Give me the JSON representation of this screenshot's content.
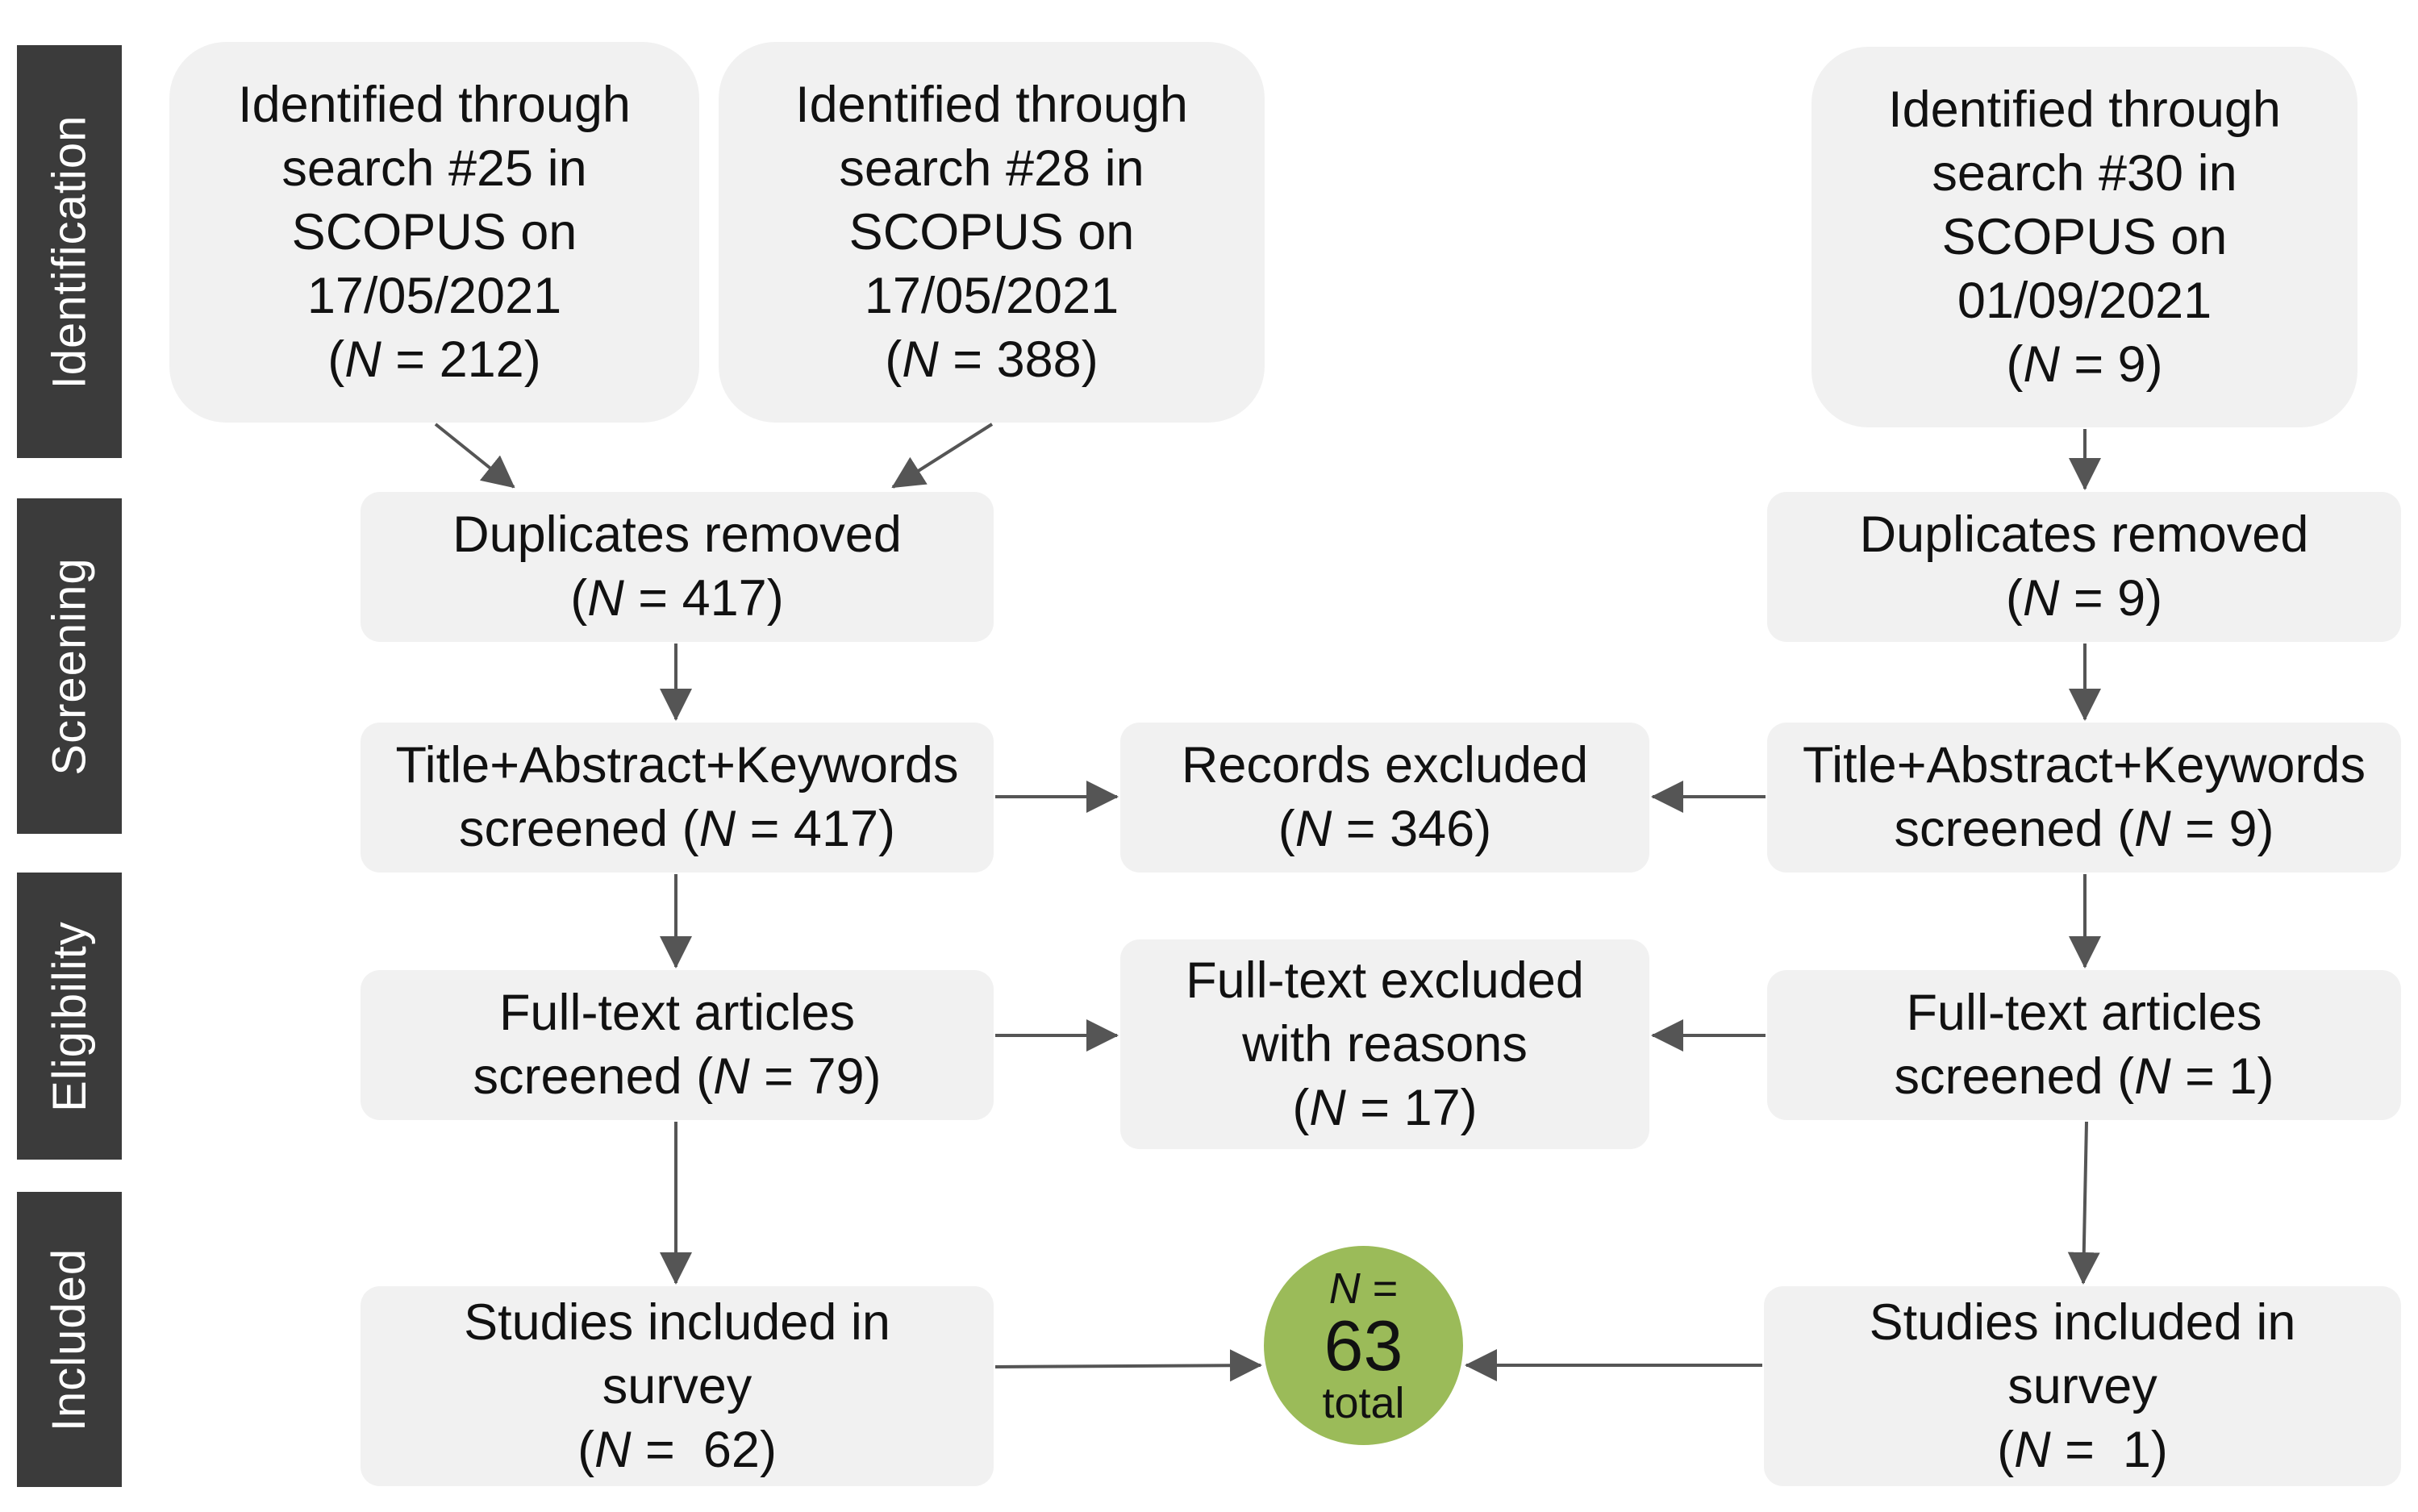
{
  "stages": {
    "identification": "Identification",
    "screening": "Screening",
    "eligibility": "Eligibility",
    "included": "Included"
  },
  "left": {
    "search25": {
      "lines": [
        "Identified through",
        "search #25 in",
        "SCOPUS on",
        "17/05/2021"
      ],
      "n_var": "N",
      "n_rest": " = 212"
    },
    "search28": {
      "lines": [
        "Identified through",
        "search #28 in",
        "SCOPUS on",
        "17/05/2021"
      ],
      "n_var": "N",
      "n_rest": " = 388"
    },
    "duplicates": {
      "line": "Duplicates removed",
      "n_var": "N",
      "n_rest": " = 417"
    },
    "screened": {
      "line": "Title+Abstract+Keywords",
      "prefix": "screened ",
      "n_var": "N",
      "n_rest": " = 417"
    },
    "fulltext": {
      "line": "Full-text articles",
      "prefix": "screened ",
      "n_var": "N",
      "n_rest": " = 79"
    },
    "included": {
      "lines": [
        "Studies included in",
        "survey"
      ],
      "n_var": "N",
      "n_rest": " =  62"
    }
  },
  "center": {
    "records_excluded": {
      "line": "Records excluded",
      "n_var": "N",
      "n_rest": " = 346"
    },
    "fulltext_excluded": {
      "lines": [
        "Full-text excluded",
        "with reasons"
      ],
      "n_var": "N",
      "n_rest": " = 17"
    },
    "total": {
      "n_var": "N",
      "n_eq": " =",
      "value": "63",
      "label": "total"
    }
  },
  "right": {
    "search30": {
      "lines": [
        "Identified through",
        "search #30 in",
        "SCOPUS on",
        "01/09/2021"
      ],
      "n_var": "N",
      "n_rest": " = 9"
    },
    "duplicates": {
      "line": "Duplicates removed",
      "n_var": "N",
      "n_rest": " = 9"
    },
    "screened": {
      "line": "Title+Abstract+Keywords",
      "prefix": "screened ",
      "n_var": "N",
      "n_rest": " = 9"
    },
    "fulltext": {
      "line": "Full-text articles",
      "prefix": "screened ",
      "n_var": "N",
      "n_rest": " = 1"
    },
    "included": {
      "lines": [
        "Studies included in",
        "survey"
      ],
      "n_var": "N",
      "n_rest": " =  1"
    }
  },
  "colors": {
    "box_fill": "#f1f1f1",
    "stage_fill": "#3b3b3b",
    "arrow": "#555555",
    "total_circle": "#9bbb59"
  }
}
